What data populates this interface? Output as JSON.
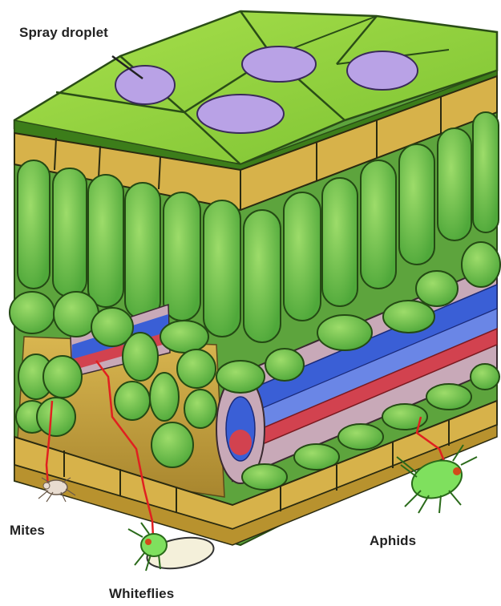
{
  "labels": {
    "spray_droplet": "Spray droplet",
    "mites": "Mites",
    "whiteflies": "Whiteflies",
    "aphids": "Aphids"
  },
  "colors": {
    "epidermis_top": "#8fd13a",
    "epidermis_edge": "#3c7d1a",
    "cuticle_yellow": "#d7b24a",
    "palisade_cell": "#6cc34b",
    "spongy_cell": "#5fb944",
    "air_space": "#c9a441",
    "droplet": "#b9a2e6",
    "vein_blue": "#3a5fd6",
    "vein_red": "#d2424f",
    "vein_sheath": "#c8a9b8",
    "insect_green": "#7fe05e",
    "translocation_arrow": "#e02020"
  }
}
